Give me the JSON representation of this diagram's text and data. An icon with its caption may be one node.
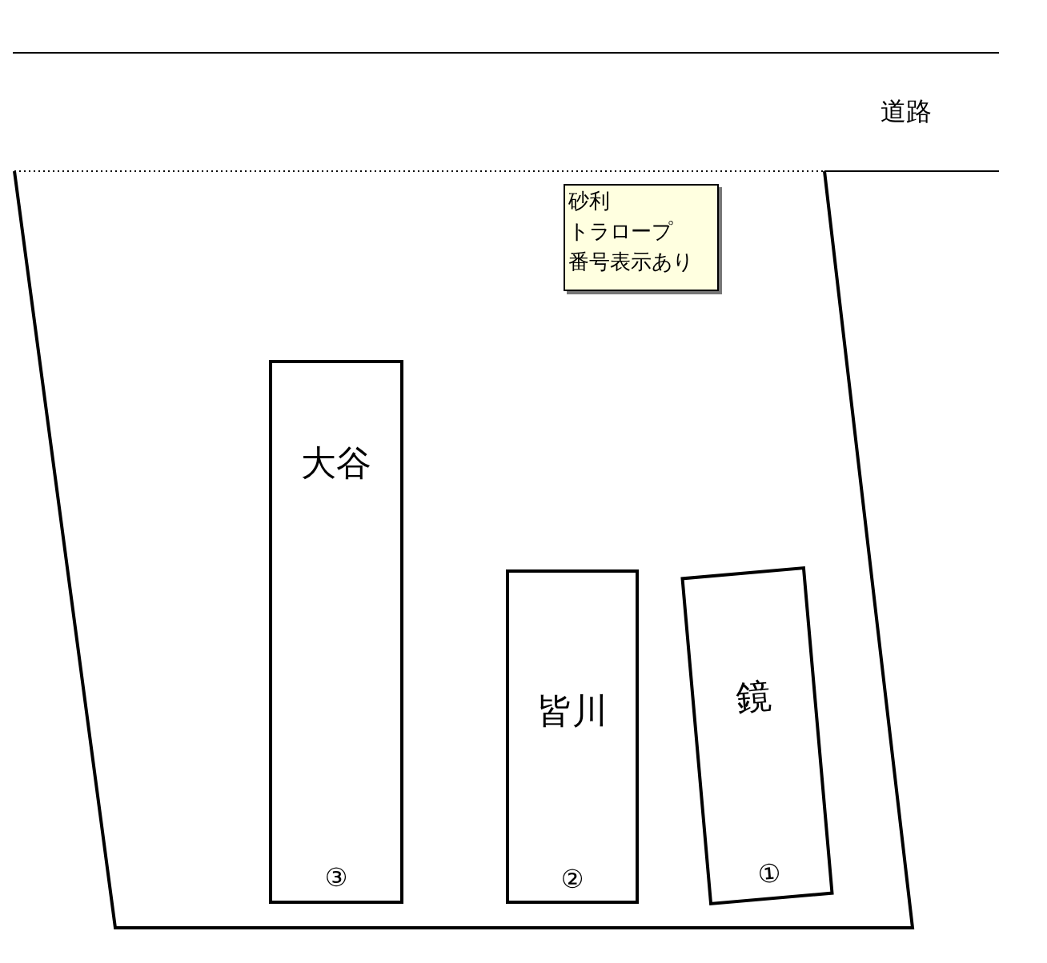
{
  "diagram": {
    "nodes": [
      {
        "text": [],
        "shape": "box"
      },
      {
        "text": [
          "砂利",
          "トラロープ",
          "番号表示あり"
        ],
        "in": 0
      },
      {
        "text": [
          "大谷",
          "③"
        ],
        "in": 0
      },
      {
        "text": [
          "皆川",
          "②"
        ],
        "in": 0
      },
      {
        "text": [
          "鏡",
          "①"
        ],
        "in": 0
      }
    ],
    "edges": [],
    "labels": [
      "道路"
    ]
  }
}
